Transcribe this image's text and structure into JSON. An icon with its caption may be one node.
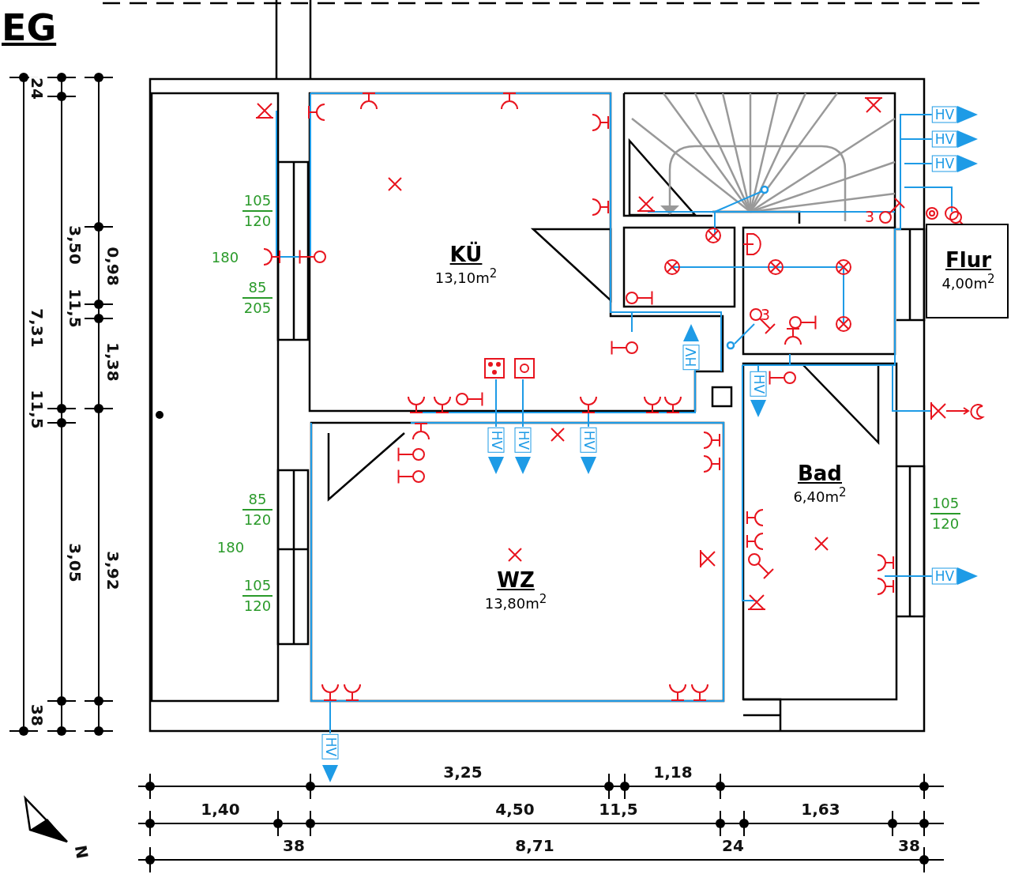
{
  "diagram": {
    "title": "EG",
    "nodes": [
      {
        "text": [
          "KÜ",
          "13,10m$^{2}$"
        ]
      },
      {
        "text": [
          "WZ",
          "13,80m$^{2}$"
        ]
      },
      {
        "text": [
          "Bad",
          "6,40m$^{2}$"
        ]
      },
      {
        "text": [
          "Flur",
          "4,00m$^{2}$"
        ]
      }
    ],
    "labels": [
      "24",
      "3,50",
      "11,5",
      "7,31",
      "11,5",
      "3,05",
      "38",
      "0,98",
      "1,38",
      "3,92",
      "105",
      "120",
      "180",
      "85",
      "205",
      "85",
      "120",
      "180",
      "105",
      "120",
      "105",
      "120",
      "HV",
      "HV",
      "HV",
      "HV",
      "HV",
      "HV",
      "HV",
      "HV",
      "HV",
      "HV",
      "3",
      "3",
      "3,25",
      "1,18",
      "1,40",
      "4,50",
      "11,5",
      "1,63",
      "38",
      "8,71",
      "24",
      "38",
      "N"
    ]
  }
}
